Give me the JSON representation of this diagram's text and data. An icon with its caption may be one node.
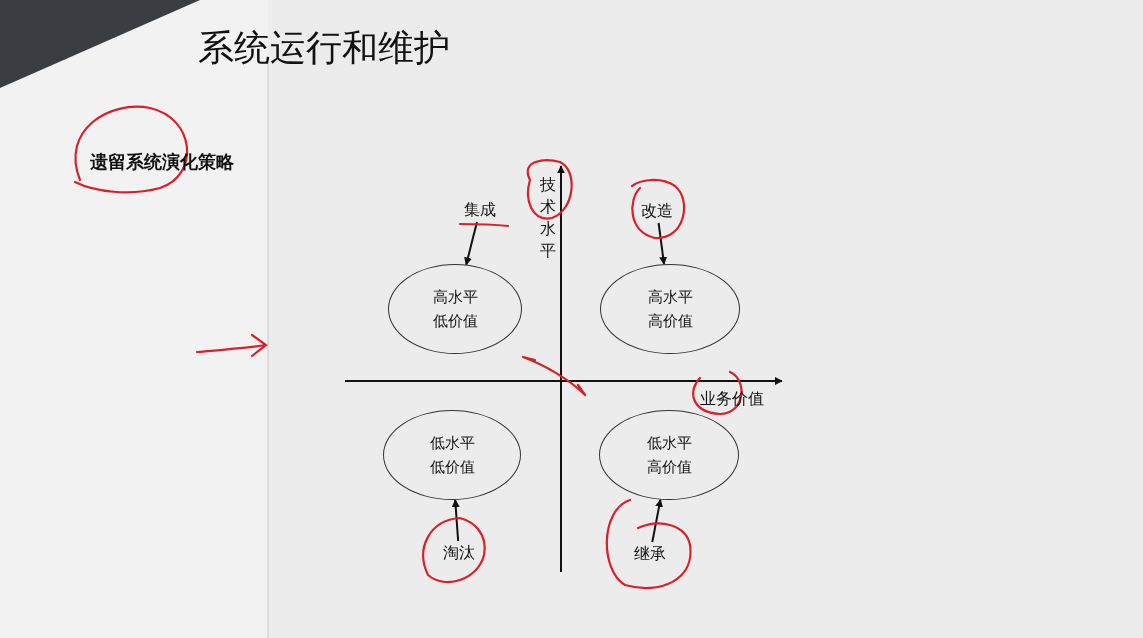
{
  "diagram": {
    "title": "系统运行和维护",
    "nodes": [
      {
        "text": [
          "集成"
        ]
      },
      {
        "text": [
          "改造"
        ]
      },
      {
        "text": [
          "高水平低价值"
        ]
      },
      {
        "text": [
          "高水平高价值"
        ]
      },
      {
        "text": [
          "低水平低价值"
        ]
      },
      {
        "text": [
          "低水平高价值"
        ]
      },
      {
        "text": [
          "淘汰"
        ]
      },
      {
        "text": [
          "继承"
        ]
      }
    ],
    "edges": [
      {
        "from": 0,
        "to": 2,
        "arrow": "to"
      },
      {
        "from": 1,
        "to": 3,
        "arrow": "to"
      },
      {
        "from": 6,
        "to": 4,
        "arrow": "to"
      },
      {
        "from": 7,
        "to": 5,
        "arrow": "to"
      }
    ],
    "labels": [
      "遗留系统演化策略",
      "技术水平",
      "业务价值"
    ]
  }
}
